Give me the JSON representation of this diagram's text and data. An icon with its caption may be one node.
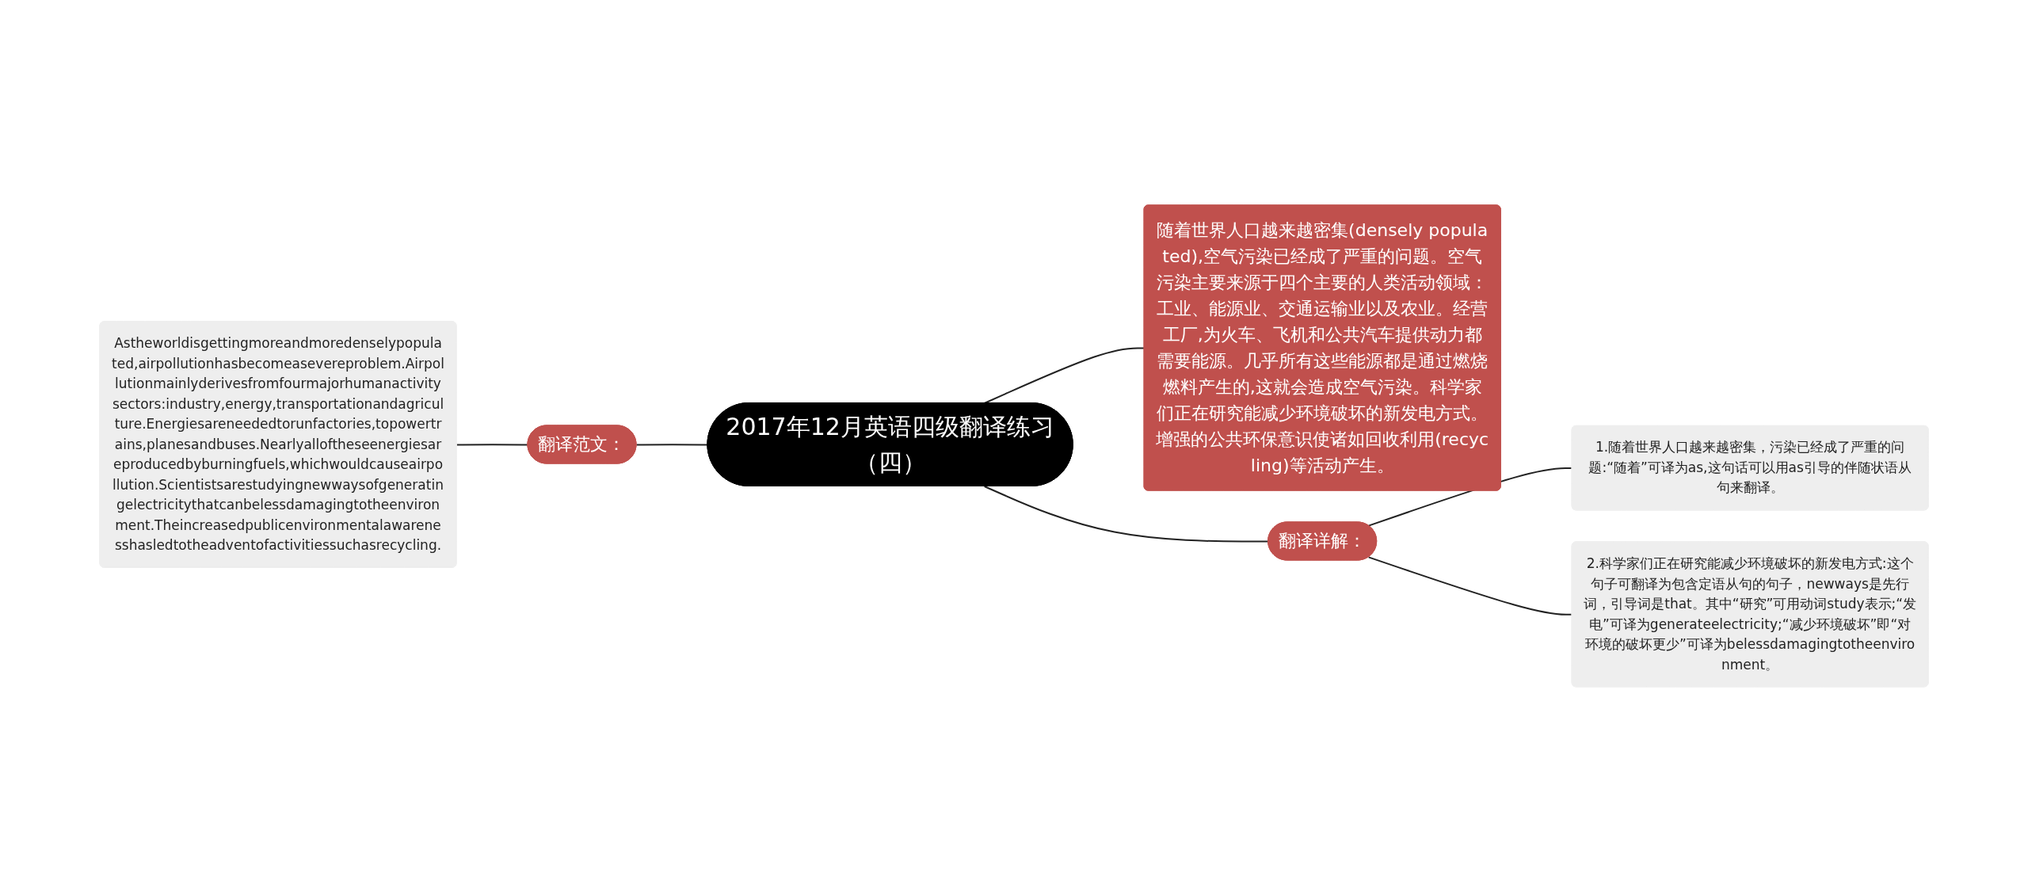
{
  "diagram": {
    "nodes": [
      {
        "text": [
          "2017年12月英语四级翻译练习（四）"
        ]
      },
      {
        "text": [
          "随着世界人口越来越密集(densely populated),空气污染已经成了严重的问题。空气污染主要来源于四个主要的人类活动领域：工业、能源业、交通运输业以及农业。经营工厂,为火车、飞机和公共汽车提供动力都需要能源。几乎所有这些能源都是通过燃烧燃料产生的,这就会造成空气污染。科学家们正在研究能减少环境破坏的新发电方式。增强的公共环保意识使诸如回收利用(recycling)等活动产生。"
        ]
      },
      {
        "text": [
          "翻译范文："
        ]
      },
      {
        "text": [
          "Astheworldisgettingmoreandmoredenselypopulated,airpollutionhasbecomeasevereproblem.Airpollutionmainlyderivesfromfourmajorhumanactivitysectors:industry,energy,transportationandagriculture.Energiesareneededtorunfactories,topowertrains,planesandbuses.Nearlyalloftheseenergiesareproducedbyburningfuels,whichwouldcauseairpollution.Scientistsarestudyingnewwaysofgeneratingelectricitythatcanbelessdamagingtotheenvironment.Theincreasedpublicenvironmentalawarenesshasledtotheadventofactivitiessuchasrecycling."
        ]
      },
      {
        "text": [
          "翻译详解："
        ]
      },
      {
        "text": [
          "1.随着世界人口越来越密集，污染已经成了严重的问题:“随着”可译为as,这句话可以用as引导的伴随状语从句来翻译。"
        ]
      },
      {
        "text": [
          "2.科学家们正在研究能减少环境破坏的新发电方式:这个句子可翻译为包含定语从句的句子，newways是先行词，引导词是that。其中“研究”可用动词study表示;“发电”可译为generateelectricity;“减少环境破坏”即“对环境的破坏更少”可译为belessdamagingtotheenvironment。"
        ]
      }
    ],
    "edges": [
      {
        "from": 0,
        "to": 1,
        "arrow": "none"
      },
      {
        "from": 3,
        "to": 2,
        "arrow": "none"
      },
      {
        "from": 2,
        "to": 0,
        "arrow": "none"
      },
      {
        "from": 0,
        "to": 4,
        "arrow": "none"
      },
      {
        "from": 4,
        "to": 5,
        "arrow": "none"
      },
      {
        "from": 4,
        "to": 6,
        "arrow": "none"
      }
    ]
  }
}
